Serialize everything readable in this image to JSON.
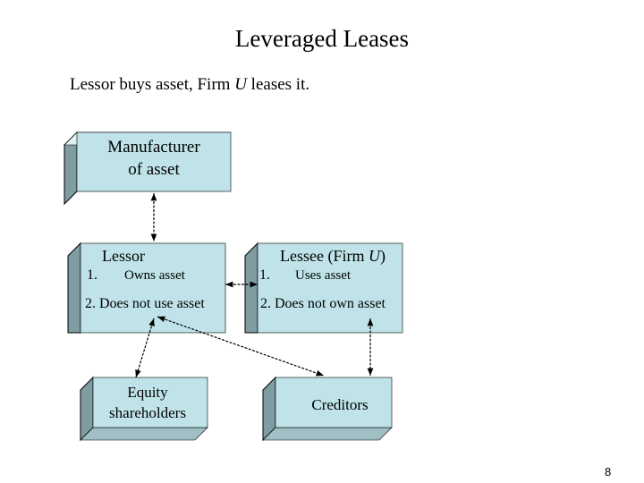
{
  "slide": {
    "title": "Leveraged Leases",
    "subtitle_parts": [
      "Lessor buys asset, Firm ",
      "U",
      " leases it."
    ],
    "page_number": "8"
  },
  "boxes": {
    "manufacturer": {
      "line1": "Manufacturer",
      "line2": "of asset"
    },
    "lessor": {
      "heading": "Lessor",
      "item1_num": "1.",
      "item1_text": "Owns asset",
      "item2": "2. Does not use asset"
    },
    "lessee": {
      "heading_parts": [
        "Lessee (Firm ",
        "U",
        ")"
      ],
      "item1_num": "1.",
      "item1_text": "Uses asset",
      "item2": "2. Does not own asset"
    },
    "equity": {
      "line1": "Equity",
      "line2": "shareholders"
    },
    "creditors": {
      "line1": "Creditors"
    }
  },
  "colors": {
    "box_face": "#bfe3e8",
    "box_side": "#7f9ca2",
    "stroke": "#000000"
  }
}
